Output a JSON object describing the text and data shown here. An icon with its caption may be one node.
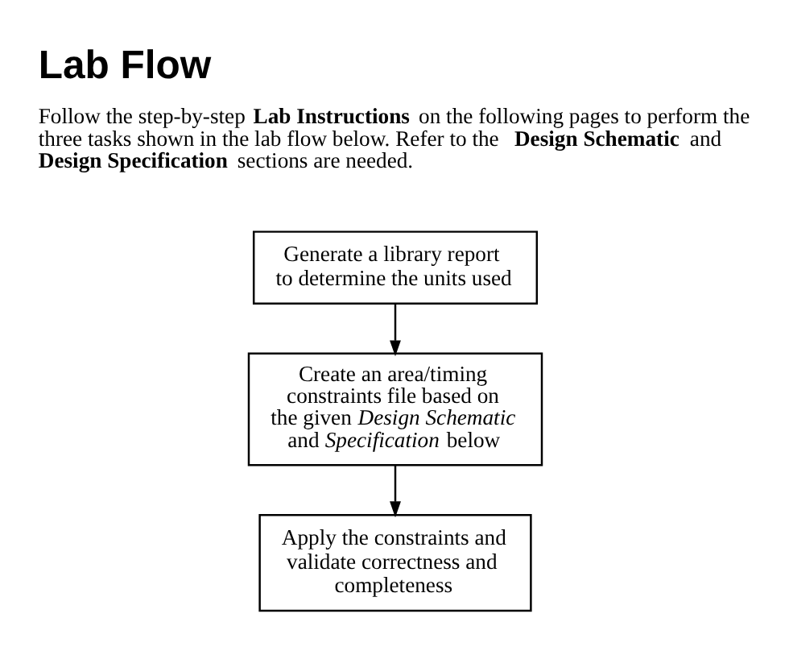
{
  "diagram": {
    "title": "Lab Flow",
    "nodes": [
      {
        "text": [
          "Generate a library report to determine the units used"
        ]
      },
      {
        "text": [
          "Create an area/timing constraints file based on the given *Design Schematic* and *Specification* below"
        ]
      },
      {
        "text": [
          "Apply the constraints and validate correctness and completeness"
        ]
      }
    ],
    "edges": [
      {
        "from": 0,
        "to": 1,
        "arrow": "to"
      },
      {
        "from": 1,
        "to": 2,
        "arrow": "to"
      }
    ],
    "labels": [
      "Follow the step-by-step **Lab Instructions** on the following pages to perform the three tasks shown in the lab flow below. Refer to the **Design Schematic** and **Design Specification** sections are needed."
    ]
  }
}
